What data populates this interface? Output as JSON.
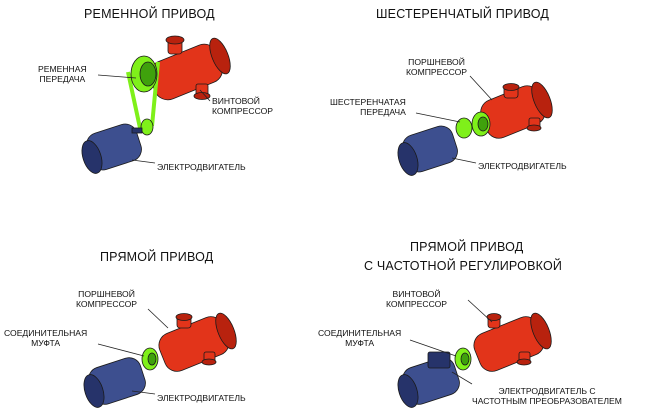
{
  "panels": [
    {
      "title": "РЕМЕННОЙ ПРИВОД",
      "labels": {
        "transmission": "РЕМЕННАЯ\nПЕРЕДАЧА",
        "compressor": "ВИНТОВОЙ\nКОМПРЕССОР",
        "motor": "ЭЛЕКТРОДВИГАТЕЛЬ"
      }
    },
    {
      "title": "ШЕСТЕРЕНЧАТЫЙ ПРИВОД",
      "labels": {
        "compressor": "ПОРШНЕВОЙ\nКОМПРЕССОР",
        "transmission": "ШЕСТЕРЕНЧАТАЯ\nПЕРЕДАЧА",
        "motor": "ЭЛЕКТРОДВИГАТЕЛЬ"
      }
    },
    {
      "title": "ПРЯМОЙ ПРИВОД",
      "labels": {
        "compressor": "ПОРШНЕВОЙ\nКОМПРЕССОР",
        "coupling": "СОЕДИНИТЕЛЬНАЯ\nМУФТА",
        "motor": "ЭЛЕКТРОДВИГАТЕЛЬ"
      }
    },
    {
      "title_line1": "ПРЯМОЙ ПРИВОД",
      "title_line2": "С ЧАСТОТНОЙ РЕГУЛИРОВКОЙ",
      "labels": {
        "compressor": "ВИНТОВОЙ\nКОМПРЕССОР",
        "coupling": "СОЕДИНИТЕЛЬНАЯ\nМУФТА",
        "motor": "ЭЛЕКТРОДВИГАТЕЛЬ С\nЧАСТОТНЫМ ПРЕОБРАЗОВАТЕЛЕМ"
      }
    }
  ],
  "colors": {
    "compressor": "#e2341a",
    "compressor_dark": "#b8220e",
    "motor": "#3d4f8f",
    "motor_dark": "#26336a",
    "transmission": "#7ff01a",
    "transmission_dark": "#3fa10c",
    "leader": "#222222"
  }
}
